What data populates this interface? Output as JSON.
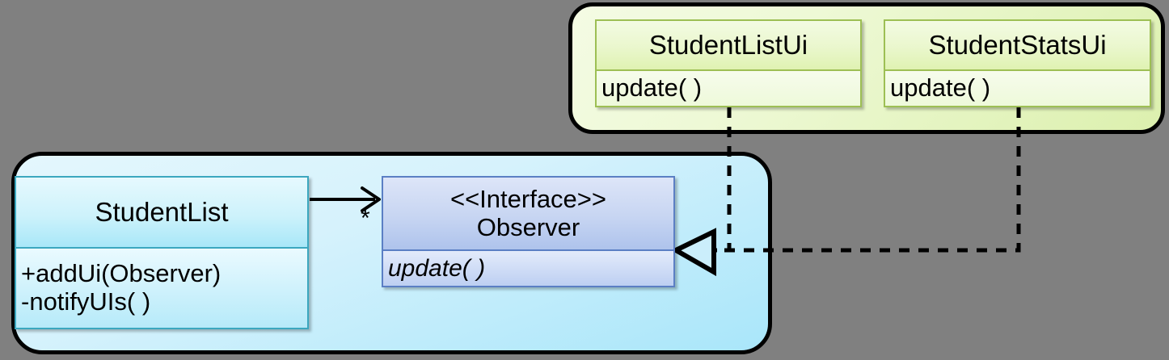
{
  "diagram": {
    "type": "uml-class-diagram",
    "pattern": "Observer",
    "background_color": "#808080",
    "groups": [
      {
        "id": "ui-layer",
        "name": "ui-group-panel",
        "fill_color": "#e4f5bb",
        "border_color": "#000000"
      },
      {
        "id": "model-layer",
        "name": "model-group-panel",
        "fill_color": "#b7e9fb",
        "border_color": "#000000"
      }
    ]
  },
  "classes": {
    "student_list_ui": {
      "name": "StudentListUi",
      "operations": [
        "update( )"
      ],
      "stereotype": "",
      "accent_color": "#9dbf54"
    },
    "student_stats_ui": {
      "name": "StudentStatsUi",
      "operations": [
        "update( )"
      ],
      "stereotype": "",
      "accent_color": "#9dbf54"
    },
    "student_list": {
      "name": "StudentList",
      "operations": [
        "+addUi(Observer)",
        "-notifyUIs( )"
      ],
      "stereotype": "",
      "accent_color": "#3ba7bf"
    },
    "observer": {
      "name": "<<Interface>>\nObserver",
      "stereotype": "<<Interface>>",
      "class_name": "Observer",
      "operations": [
        "update( )"
      ],
      "accent_color": "#5b7fc4"
    }
  },
  "relationships": {
    "association": {
      "from": "StudentList",
      "to": "Observer",
      "style": "solid-open-arrow",
      "multiplicity_target": "*"
    },
    "realization_list_ui": {
      "from": "StudentListUi",
      "to": "Observer",
      "style": "dashed-hollow-triangle"
    },
    "realization_stats_ui": {
      "from": "StudentStatsUi",
      "to": "Observer",
      "style": "dashed-hollow-triangle"
    }
  }
}
